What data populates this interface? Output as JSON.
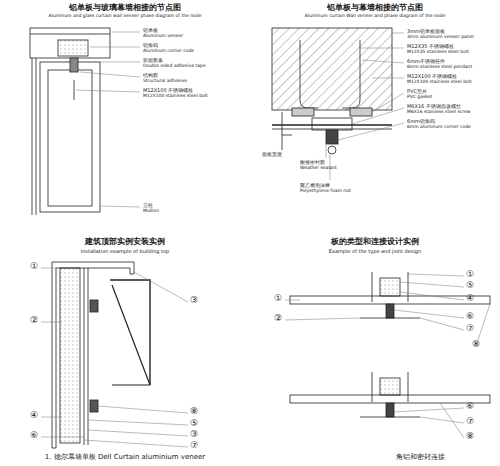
{
  "diagram": {
    "labels": [
      "铝单板与玻璃幕墙相接的节点图",
      "Aluminum and glass curtain wall veneer phase diagram of the node",
      "铝单板",
      "Aluminum veneer",
      "铝角码",
      "Aluminum corner code",
      "双面胶条",
      "Double sided adhesive tape",
      "结构胶",
      "Structural adhesive",
      "M12X100 不锈钢螺栓",
      "M12X100 stainless steel bolt",
      "立柱",
      "Mullion",
      "铝单板与幕墙相接的节点图",
      "Aluminum curtain Wall veneer and phase diagram of the node",
      "3mm铝单板面板",
      "3mm aluminum veneer panel",
      "M12X35 不锈钢螺栓",
      "M12X35 stainless steel bolt",
      "6mm不锈钢挂件",
      "6mm stainless steel pendant",
      "M12X100 不锈钢螺栓",
      "M12X100 stainless steel bolt",
      "PVC垫片",
      "PVC gasket",
      "M6X16 不锈钢自攻螺丝",
      "M6X16 stainless steel screw",
      "6mm铝角码",
      "6mm aluminum corner code",
      "面板宽度",
      "耐候密封胶",
      "Weather sealant",
      "聚乙烯泡沫棒",
      "Polyethylene foam rod",
      "建筑顶部实例安装实例",
      "Installation example of building top",
      "①",
      "②",
      "④",
      "⑥",
      "③",
      "⑧",
      "⑤",
      "③",
      "⑦",
      "1. 德尔幕墙单板 Dell Curtain aluminium veneer",
      "板的类型和连接设计实例",
      "Example of the type and joint design",
      "①",
      "⑤",
      "④",
      "⑥",
      "⑦",
      "⑧",
      "①",
      "②",
      "⑥",
      "⑦",
      "⑧",
      "角铝和密封连接"
    ]
  }
}
